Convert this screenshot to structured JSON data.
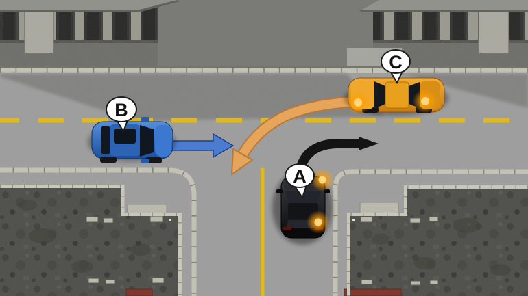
{
  "scene": {
    "description": "Overhead diagram of a crossroads: three cars with labels and intended-path arrows",
    "vehicle_labels": {
      "a": "A",
      "b": "B",
      "c": "C"
    }
  },
  "vehicles": [
    {
      "id": "A",
      "label": "A",
      "body_color": "#17171a",
      "location": "side road at junction mouth, right-hand lane",
      "heading": "north",
      "indicators": "right (front-right and rear-right amber signals lit)",
      "path": "turning right onto main road"
    },
    {
      "id": "B",
      "label": "B",
      "body_color": "#2f6cc4",
      "location": "main road, eastbound lane, left of junction",
      "heading": "east",
      "indicators": "off",
      "path": "continuing straight ahead past the junction"
    },
    {
      "id": "C",
      "label": "C",
      "body_color": "#e9a125",
      "location": "main road, westbound lane, right of junction",
      "heading": "west",
      "indicators": "left (front-left and rear-left amber signals lit)",
      "path": "turning left into side road"
    }
  ],
  "arrows": [
    {
      "vehicle": "C",
      "color": "#e7a55b",
      "outline": "#b5793a",
      "shape": "long curve from car C sweeping down into the side road"
    },
    {
      "vehicle": "B",
      "color": "#4a7dd2",
      "outline": "#223f7d",
      "shape": "short straight arrow pointing east"
    },
    {
      "vehicle": "A",
      "color": "#141414",
      "outline": "#141414",
      "shape": "curve from car A sweeping right onto main road eastbound"
    }
  ],
  "road_markings": {
    "main_centre_line": {
      "style": "dashed",
      "color": "#e3b914"
    },
    "side_centre_line": {
      "style": "solid",
      "color": "#e3b914"
    }
  }
}
